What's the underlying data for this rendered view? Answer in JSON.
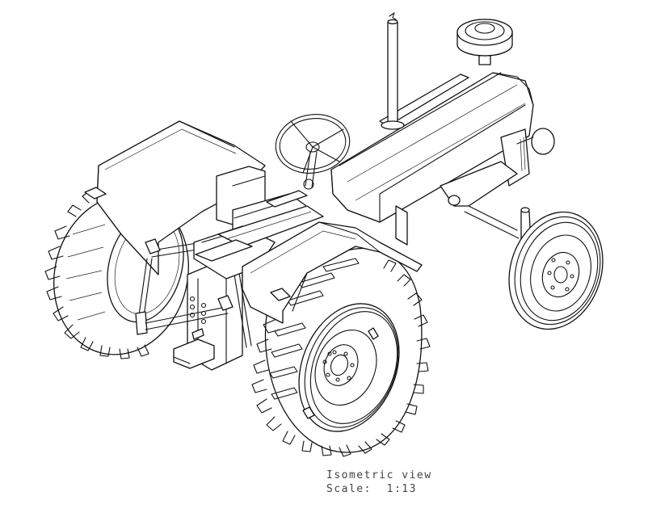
{
  "drawing": {
    "subject": "tractor",
    "view_type": "isometric line drawing",
    "background_color": "#ffffff",
    "line_color": "#111111"
  },
  "caption": {
    "view_label": "Isometric view",
    "scale_label": "Scale:  1:13"
  }
}
